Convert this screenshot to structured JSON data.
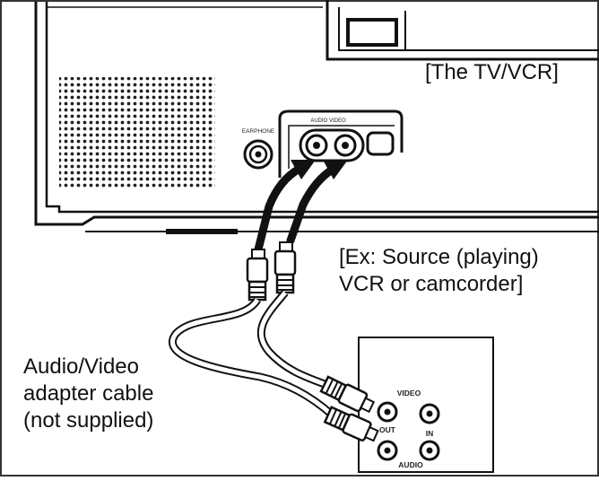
{
  "captions": {
    "tv_vcr": "[The TV/VCR]",
    "source_line1": "[Ex: Source (playing)",
    "source_line2": "VCR or camcorder]",
    "cable_line1": "Audio/Video",
    "cable_line2": "adapter cable",
    "cable_line3": "(not supplied)"
  },
  "tv_panel": {
    "earphone_label": "EARPHONE",
    "jack_label": "AUDIO VIDEO"
  },
  "source_panel": {
    "video_label": "VIDEO",
    "out_label": "OUT",
    "in_label": "IN",
    "audio_label": "AUDIO"
  }
}
